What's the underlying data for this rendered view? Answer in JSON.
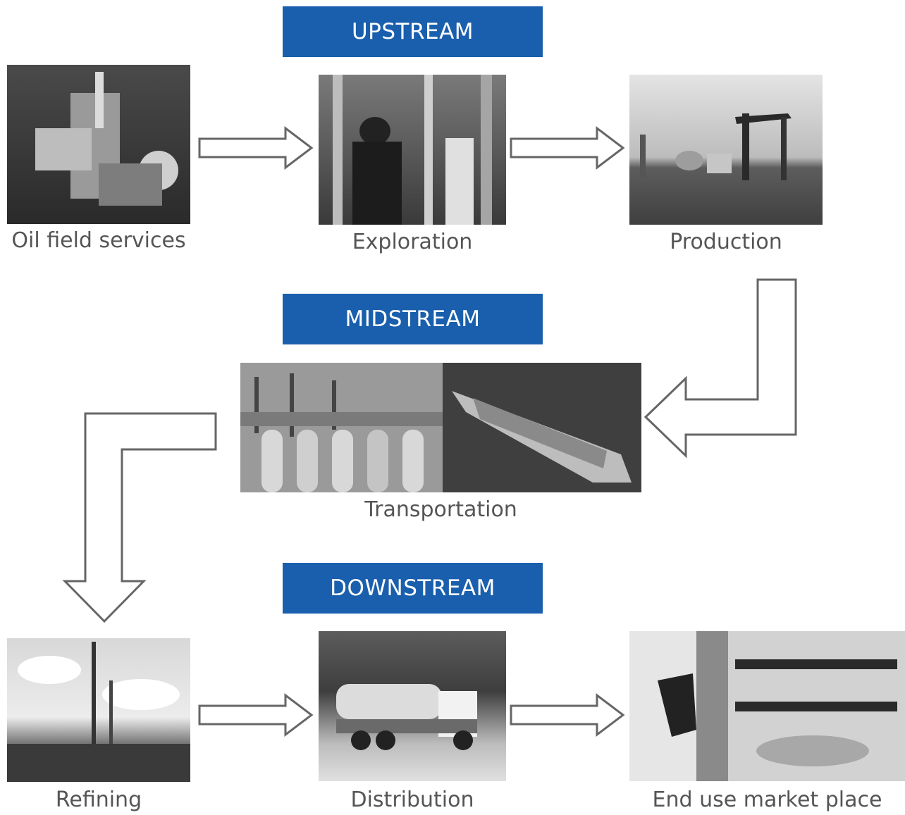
{
  "stages": {
    "upstream": "UPSTREAM",
    "midstream": "MIDSTREAM",
    "downstream": "DOWNSTREAM"
  },
  "steps": {
    "oil_field_services": "Oil field services",
    "exploration": "Exploration",
    "production": "Production",
    "transportation": "Transportation",
    "refining": "Refining",
    "distribution": "Distribution",
    "end_use": "End use market place"
  },
  "colors": {
    "banner": "#1a5fad",
    "caption": "#555555",
    "arrow_stroke": "#666666"
  }
}
